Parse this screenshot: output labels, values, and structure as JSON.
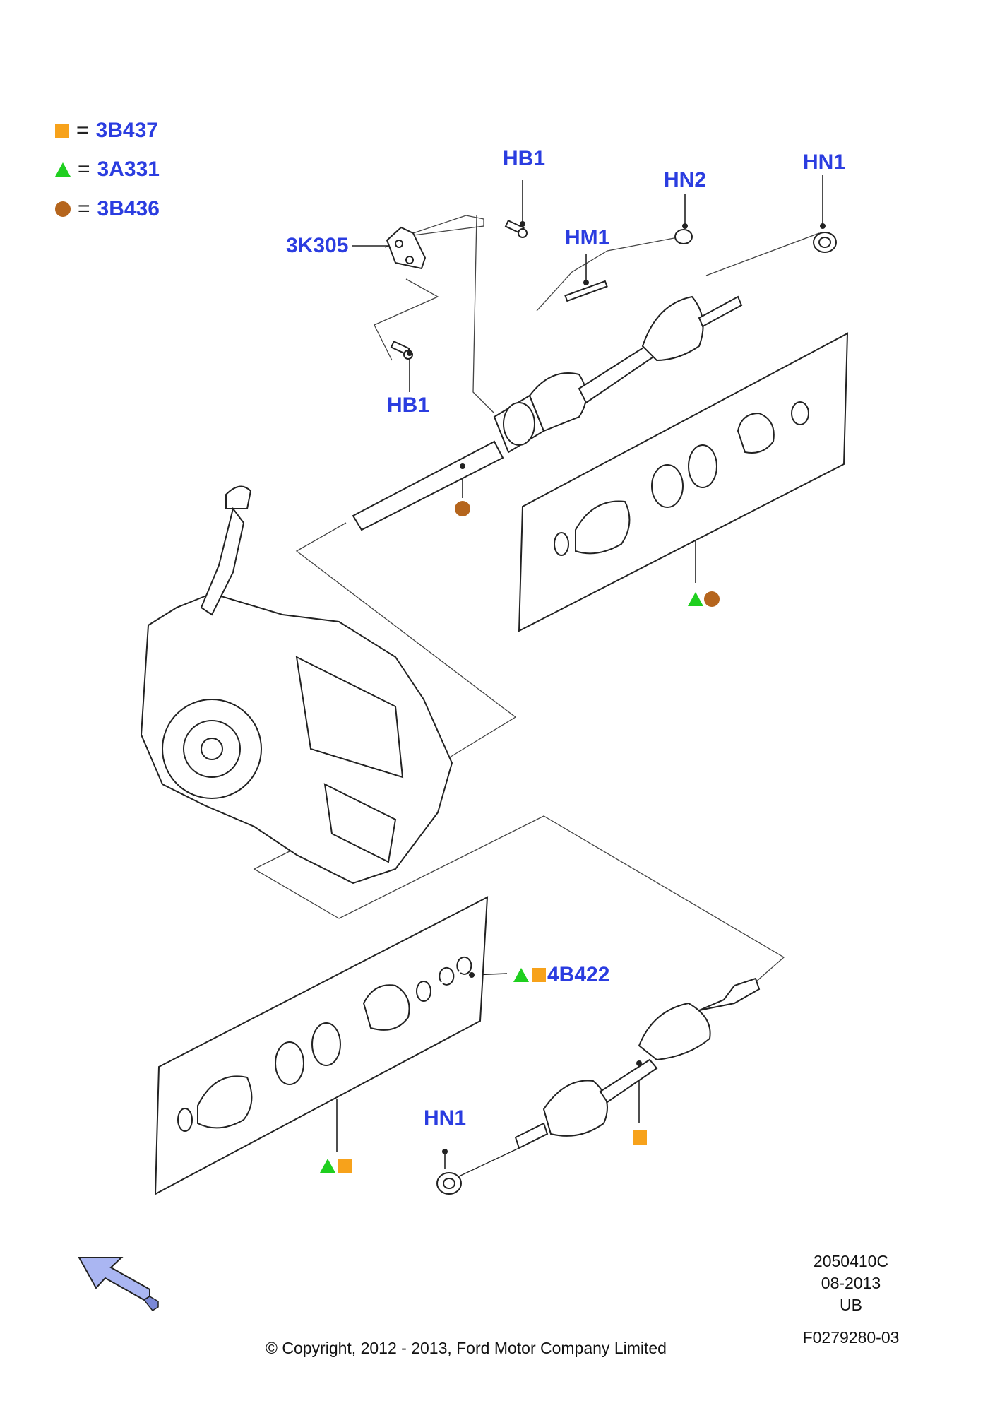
{
  "legend": [
    {
      "symbol": "square",
      "color": "#f7a21b",
      "code": "3B437"
    },
    {
      "symbol": "triangle",
      "color": "#1fcf1f",
      "code": "3A331"
    },
    {
      "symbol": "circle",
      "color": "#b5651d",
      "code": "3B436"
    }
  ],
  "legend_eq": "=",
  "labels": {
    "hb1_top": "HB1",
    "hn2": "HN2",
    "hn1_top": "HN1",
    "hm1": "HM1",
    "k305": "3K305",
    "hb1_mid": "HB1",
    "b422": "4B422",
    "hn1_bottom": "HN1"
  },
  "meta": {
    "ref": "2050410C",
    "date": "08-2013",
    "region": "UB",
    "figure": "F0279280-03",
    "copyright": "© Copyright, 2012 - 2013, Ford Motor Company Limited"
  },
  "icons": {
    "direction": "direction-arrow-icon"
  }
}
